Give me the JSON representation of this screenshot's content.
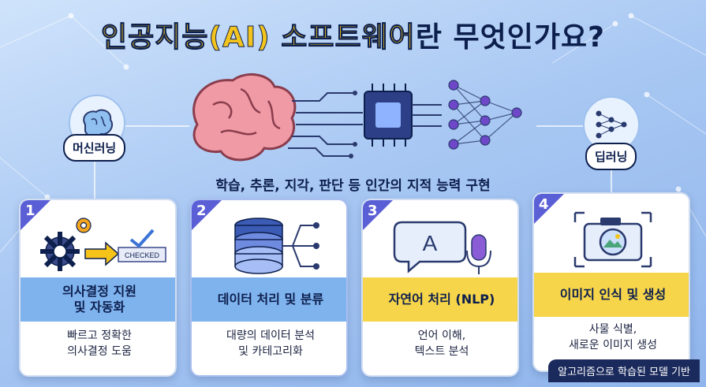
{
  "title_main": "인공지능(AI) 소프트웨어",
  "title_tail": "란 무엇인가요?",
  "subtitle": "학습, 추론, 지각, 판단 등 인간의 지적 능력 구현",
  "left_label": "머신러닝",
  "right_label": "딥러닝",
  "cards": [
    {
      "num": "1",
      "title_line1": "의사결정 지원",
      "title_line2": "및 자동화",
      "desc_line1": "빠르고 정확한",
      "desc_line2": "의사결정 도움",
      "badge_text": "CHECKED"
    },
    {
      "num": "2",
      "title_line1": "데이터 처리 및 분류",
      "desc_line1": "대량의 데이터 분석",
      "desc_line2": "및 카테고리화"
    },
    {
      "num": "3",
      "title_line1": "자연어 처리 (NLP)",
      "desc_line1": "언어 이해,",
      "desc_line2": "텍스트 분석",
      "bubble_letter": "A"
    },
    {
      "num": "4",
      "title_line1": "이미지 인식 및 생성",
      "desc_line1": "사물 식별,",
      "desc_line2": "새로운 이미지 생성"
    }
  ],
  "footer": "알고리즘으로 학습된 모델 기반",
  "colors": {
    "navy": "#0d1f4d",
    "accent_yellow": "#f2c41d",
    "band_blue": "#7fb3ee",
    "band_yellow": "#f6d54a",
    "badge_purple": "#5b5fd6"
  }
}
